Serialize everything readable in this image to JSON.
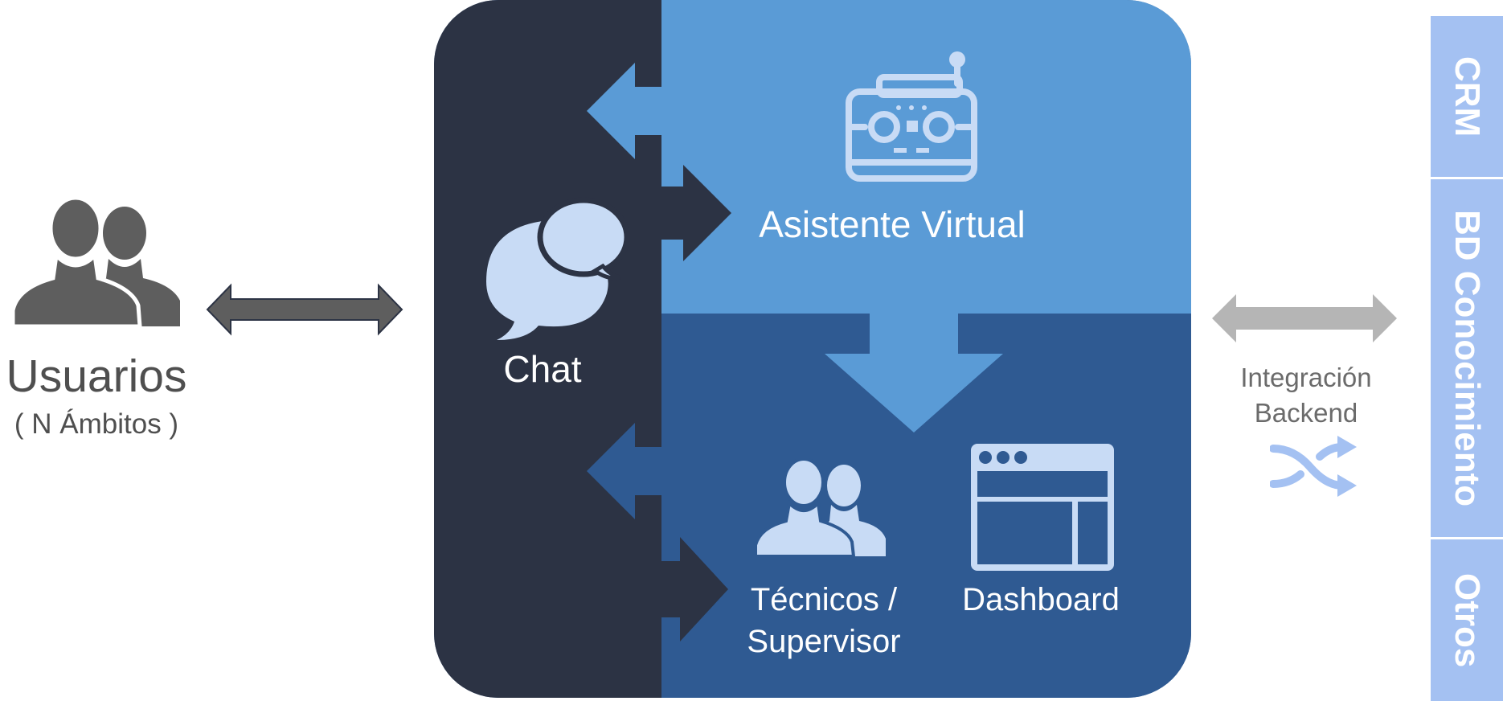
{
  "users": {
    "title": "Usuarios",
    "subtitle": "( N Ámbitos )",
    "icon": "users-icon"
  },
  "platform": {
    "chat_label": "Chat",
    "assistant_label": "Asistente Virtual",
    "technicians_label_line1": "Técnicos /",
    "technicians_label_line2": "Supervisor",
    "dashboard_label": "Dashboard"
  },
  "integration": {
    "label_line1": "Integración",
    "label_line2": "Backend",
    "icon": "shuffle-icon"
  },
  "backends": {
    "items": [
      "CRM",
      "BD Conocimiento",
      "Otros"
    ]
  },
  "colors": {
    "dark_panel": "#2c3344",
    "assistant_panel": "#5a9bd6",
    "operators_panel": "#2f5a92",
    "icon_light": "#c8dbf5",
    "sidebar": "#a4c1f2",
    "users_gray": "#5e5e5e",
    "integration_arrow": "#b5b5b5"
  }
}
